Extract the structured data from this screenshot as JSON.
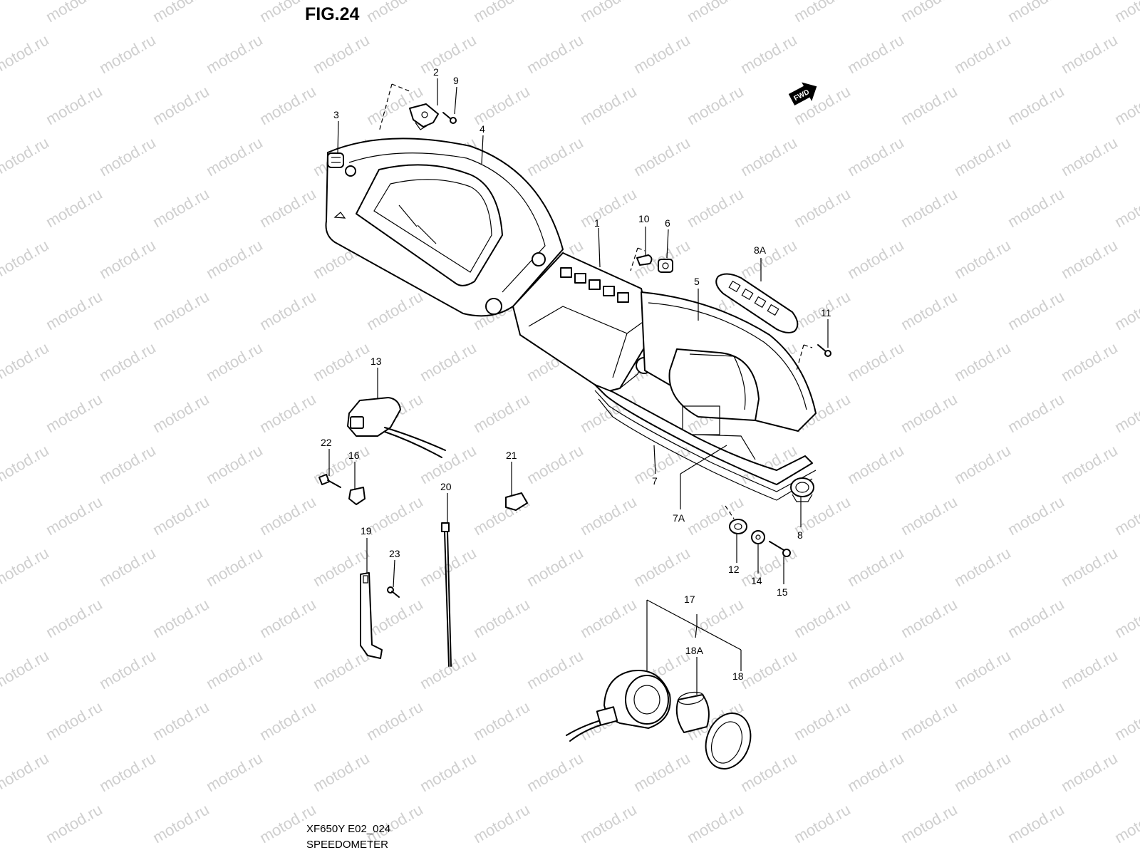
{
  "figure": {
    "title": "FIG.24",
    "model_code": "XF650Y E02_024",
    "name": "SPEEDOMETER",
    "watermark": "motod.ru",
    "direction_badge": "FWD"
  },
  "callouts": [
    {
      "id": "1",
      "label": "1"
    },
    {
      "id": "2",
      "label": "2"
    },
    {
      "id": "3",
      "label": "3"
    },
    {
      "id": "4",
      "label": "4"
    },
    {
      "id": "5",
      "label": "5"
    },
    {
      "id": "6",
      "label": "6"
    },
    {
      "id": "7",
      "label": "7"
    },
    {
      "id": "7A",
      "label": "7A"
    },
    {
      "id": "8",
      "label": "8"
    },
    {
      "id": "8A",
      "label": "8A"
    },
    {
      "id": "9",
      "label": "9"
    },
    {
      "id": "10",
      "label": "10"
    },
    {
      "id": "11",
      "label": "11"
    },
    {
      "id": "12",
      "label": "12"
    },
    {
      "id": "13",
      "label": "13"
    },
    {
      "id": "14",
      "label": "14"
    },
    {
      "id": "15",
      "label": "15"
    },
    {
      "id": "16",
      "label": "16"
    },
    {
      "id": "17",
      "label": "17"
    },
    {
      "id": "18",
      "label": "18"
    },
    {
      "id": "18A",
      "label": "18A"
    },
    {
      "id": "19",
      "label": "19"
    },
    {
      "id": "20",
      "label": "20"
    },
    {
      "id": "21",
      "label": "21"
    },
    {
      "id": "22",
      "label": "22"
    },
    {
      "id": "23",
      "label": "23"
    }
  ]
}
